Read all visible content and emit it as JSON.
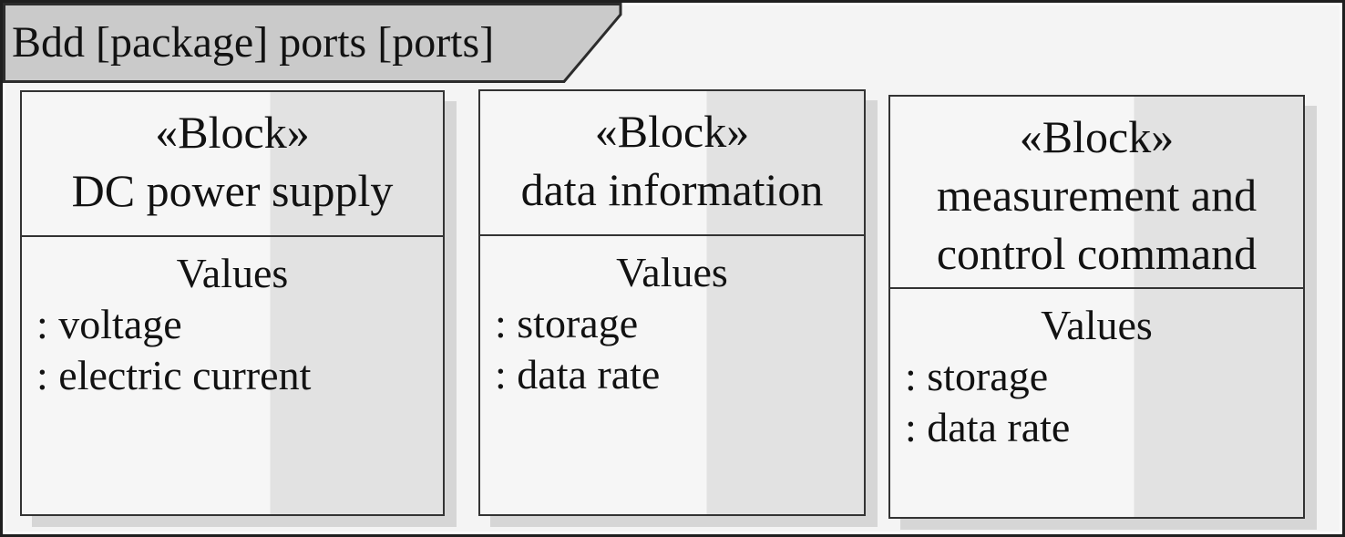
{
  "frame": {
    "label": "Bdd [package] ports [ports]"
  },
  "blocks": [
    {
      "stereotype": "«Block»",
      "name": "DC power supply",
      "values_title": "Values",
      "values": [
        ": voltage",
        ": electric current"
      ]
    },
    {
      "stereotype": "«Block»",
      "name": "data information",
      "values_title": "Values",
      "values": [
        ": storage",
        ": data rate"
      ]
    },
    {
      "stereotype": "«Block»",
      "name": "measurement and control command",
      "values_title": "Values",
      "values": [
        ": storage",
        ": data rate"
      ]
    }
  ],
  "colors": {
    "canvas_bg": "#f4f4f4",
    "frame_border": "#1f1f1f",
    "tab_fill": "#cacaca",
    "block_fill_left": "#f6f6f6",
    "block_fill_right": "#e2e2e2",
    "block_border": "#333333",
    "drop_shadow": "#d6d6d6",
    "text": "#121212"
  }
}
